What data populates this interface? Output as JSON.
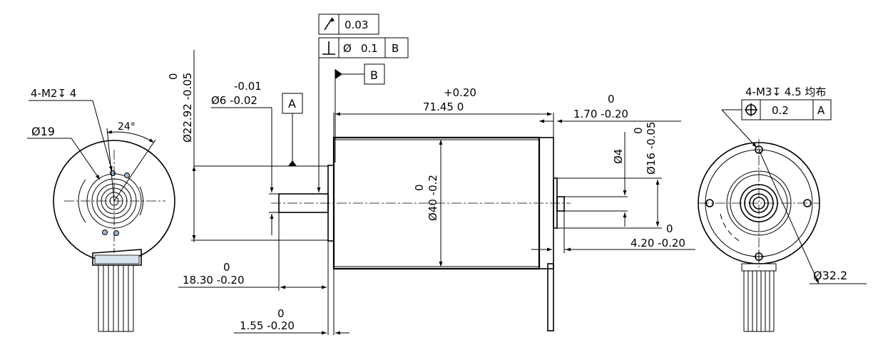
{
  "drawing": {
    "left_view": {
      "hole_callout": "4-M2↧ 4",
      "diameter_callout": "Ø19",
      "angle_callout": "24°"
    },
    "side_view": {
      "shaft_tol_upper": "-0.01",
      "shaft_tol_lower": "Ø6 -0.02",
      "datum_a": "A",
      "datum_b": "B",
      "fcf_row1_value": "0.03",
      "fcf_row2_dia": "Ø",
      "fcf_row2_value": "0.1",
      "fcf_row2_datum": "B",
      "dia_22_upper": "0",
      "dia_22_lower": "Ø22.92 -0.05",
      "length_71_upper": "+0.20",
      "length_71_lower": "71.45   0",
      "dia_40_upper": "0",
      "dia_40_lower": "Ø40 -0.2",
      "shoulder_1_70_upper": "0",
      "shoulder_1_70_lower": "1.70 -0.20",
      "dia_4": "Ø4",
      "dia_16_upper": "0",
      "dia_16_lower": "Ø16 -0.05",
      "rear_4_20_upper": "0",
      "rear_4_20_lower": "4.20 -0.20",
      "front_18_30_upper": "0",
      "front_18_30_lower": "18.30 -0.20",
      "flange_1_55_upper": "0",
      "flange_1_55_lower": "1.55 -0.20"
    },
    "right_view": {
      "hole_callout": "4-M3↧ 4.5 均布",
      "fcf_value": "0.2",
      "fcf_datum": "A",
      "diameter_callout": "Ø32.2"
    }
  }
}
